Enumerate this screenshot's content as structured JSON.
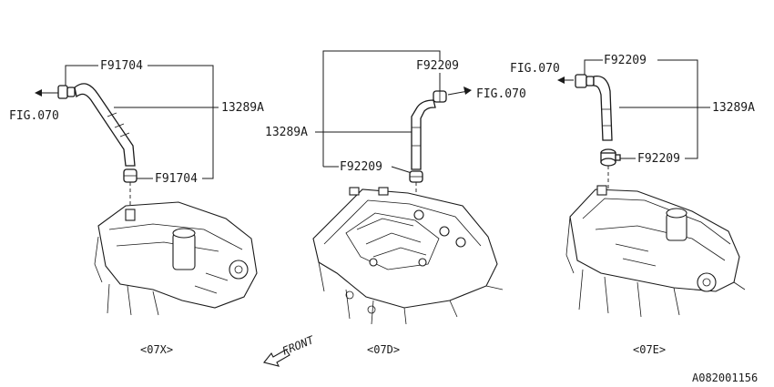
{
  "diagram": {
    "reference_id": "A082001156",
    "front_label": "FRONT",
    "views": [
      {
        "caption": "<07X>",
        "labels": {
          "clamp_top": "F91704",
          "hose": "13289A",
          "clamp_bottom": "F91704",
          "fig_ref": "FIG.070"
        }
      },
      {
        "caption": "<07D>",
        "labels": {
          "clamp_top": "F92209",
          "hose": "13289A",
          "clamp_bottom": "F92209",
          "fig_ref": "FIG.070"
        }
      },
      {
        "caption": "<07E>",
        "labels": {
          "clamp_top": "F92209",
          "hose": "13289A",
          "clamp_bottom": "F92209",
          "fig_ref": "FIG.070"
        }
      }
    ]
  }
}
